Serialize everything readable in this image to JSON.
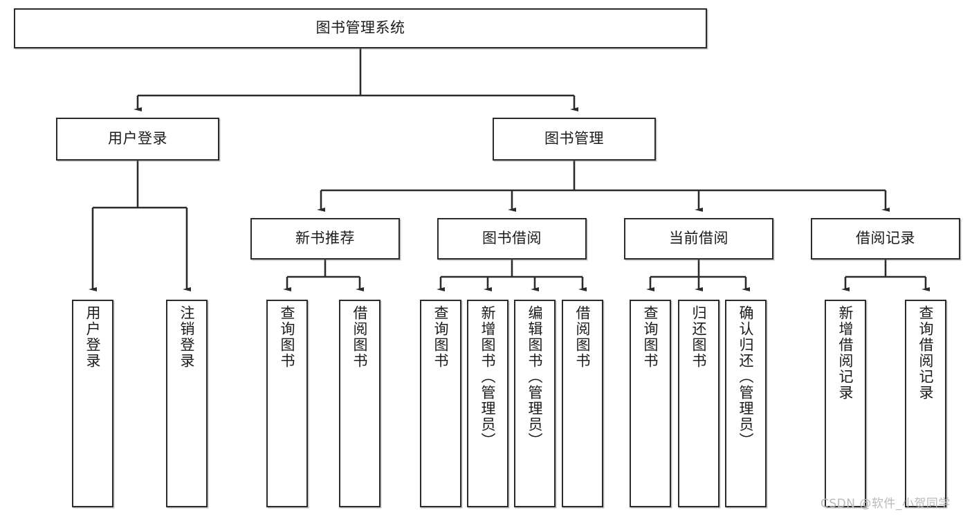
{
  "diagram": {
    "type": "tree-flowchart",
    "title_box": {
      "label": "图书管理系统"
    },
    "level2": [
      {
        "id": "user-login",
        "label": "用户登录"
      },
      {
        "id": "book-manage",
        "label": "图书管理"
      }
    ],
    "level3": [
      {
        "id": "new-book-recommend",
        "label": "新书推荐"
      },
      {
        "id": "book-borrow",
        "label": "图书借阅"
      },
      {
        "id": "current-borrow",
        "label": "当前借阅"
      },
      {
        "id": "borrow-record",
        "label": "借阅记录"
      }
    ],
    "leaves": [
      {
        "id": "leaf-user-login",
        "label": "用户登录"
      },
      {
        "id": "leaf-logout-login",
        "label": "注销登录"
      },
      {
        "id": "leaf-query-book-1",
        "label": "查询图书"
      },
      {
        "id": "leaf-borrow-book-1",
        "label": "借阅图书"
      },
      {
        "id": "leaf-query-book-2",
        "label": "查询图书"
      },
      {
        "id": "leaf-add-book",
        "label": "新增图书（管理员）"
      },
      {
        "id": "leaf-edit-book",
        "label": "编辑图书（管理员）"
      },
      {
        "id": "leaf-borrow-book-2",
        "label": "借阅图书"
      },
      {
        "id": "leaf-query-book-3",
        "label": "查询图书"
      },
      {
        "id": "leaf-return-book",
        "label": "归还图书"
      },
      {
        "id": "leaf-confirm-return",
        "label": "确认归还（管理员）"
      },
      {
        "id": "leaf-add-borrow-record",
        "label": "新增借阅记录"
      },
      {
        "id": "leaf-query-borrow-record",
        "label": "查询借阅记录"
      }
    ],
    "colors": {
      "stroke": "#2b2b2b",
      "fill": "#ffffff",
      "text": "#1b1b1b",
      "watermark": "#b9b9b9"
    }
  },
  "watermark": {
    "text": "CSDN @软件_小贺同学"
  }
}
